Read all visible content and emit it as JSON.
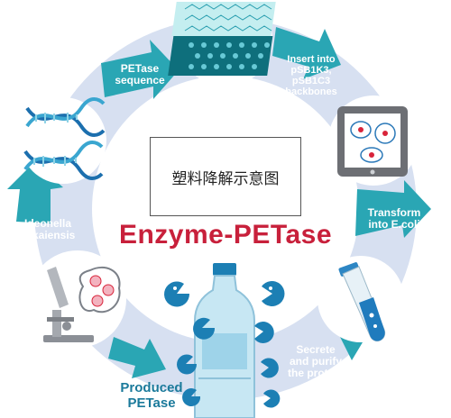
{
  "center_text": "塑料降解示意图",
  "title": "Enzyme-PETase",
  "steps": [
    {
      "label": "PETase\nsequence"
    },
    {
      "label": "Insert into\npSB1K3,\npSB1C3\nbackbones"
    },
    {
      "label": "Transform\ninto E.coli"
    },
    {
      "label": "Secrete\nand purify\nthe protein"
    },
    {
      "label": "Produced\nPETase"
    },
    {
      "label": "Ideonella\nsakaiensis"
    }
  ],
  "colors": {
    "ring": "#d7e0f1",
    "arrow": "#2aa6b4",
    "title": "#c8203b",
    "produced_text": "#1b7a9b",
    "pacman": "#1c7fb4"
  },
  "icons": [
    "dna-icon",
    "graphene-sheet-icon",
    "petri-tablet-icon",
    "test-tube-icon",
    "water-bottle-icon",
    "microscope-icon",
    "pacman-enzyme-icon"
  ]
}
